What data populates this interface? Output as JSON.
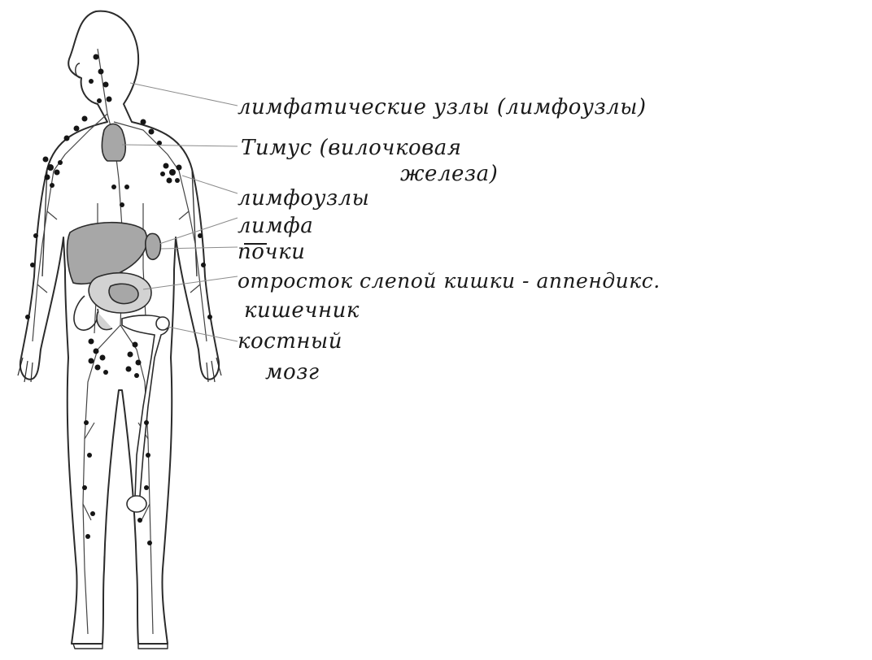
{
  "labels": {
    "lymph_nodes": "лимфатические узлы (лимфоузлы)",
    "thymus_line1": "Тимус (вилочковая",
    "thymus_line2": "железа)",
    "lymph_nodes_2": "лимфоузлы",
    "spleen": "лимфа",
    "kidneys": "почки",
    "appendix_line1": "отросток слепой кишки - аппендикс.",
    "appendix_line2": "кишечник",
    "bone_marrow_line1": "костный",
    "bone_marrow_line2": "мозг"
  },
  "colors": {
    "outline": "#2b2b2b",
    "node": "#151515",
    "organ_fill": "#a7a7a7",
    "leader_line": "#8c8c8c"
  }
}
